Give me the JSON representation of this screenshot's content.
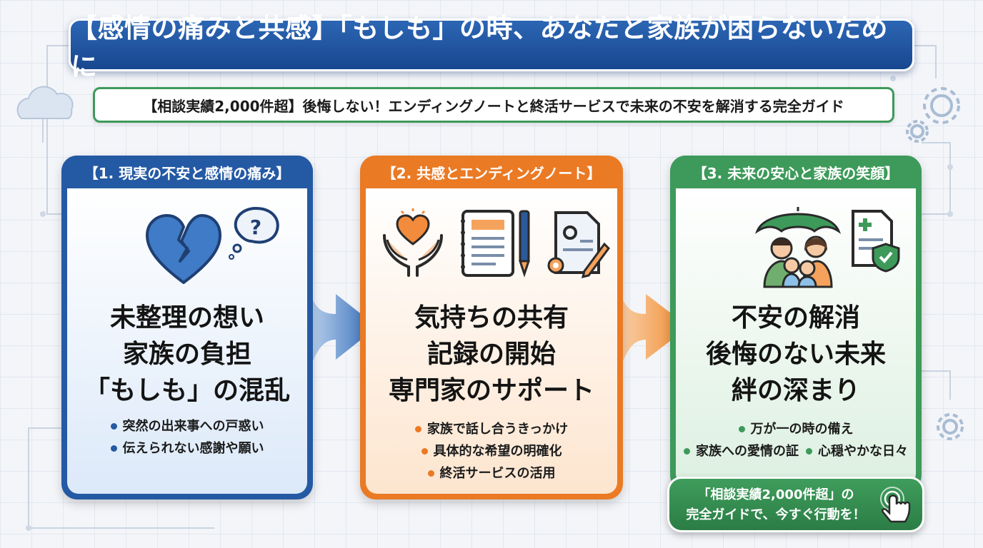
{
  "title": "【感情の痛みと共感】「もしも」の時、あなたと家族が困らないために",
  "subtitle": "【相談実績2,000件超】後悔しない！エンディングノートと終活サービスで未来の不安を解消する完全ガイド",
  "panels": [
    {
      "header": "【1. 現実の不安と感情の痛み】",
      "lines": [
        "未整理の想い",
        "家族の負担",
        "「もしも」の混乱"
      ],
      "bullets": [
        "突然の出来事への戸惑い",
        "伝えられない感謝や願い"
      ],
      "icons": [
        "broken-heart-icon",
        "question-bubble-icon"
      ]
    },
    {
      "header": "【2. 共感とエンディングノート】",
      "lines": [
        "気持ちの共有",
        "記録の開始",
        "専門家のサポート"
      ],
      "bullets": [
        "家族で話し合うきっかけ",
        "具体的な希望の明確化",
        "終活サービスの活用"
      ],
      "icons": [
        "caring-hands-heart-icon",
        "notebook-pen-icon",
        "document-gear-icon"
      ]
    },
    {
      "header": "【3. 未来の安心と家族の笑顔】",
      "lines": [
        "不安の解消",
        "後悔のない未来",
        "絆の深まり"
      ],
      "bullets": [
        "万が一の時の備え",
        "家族への愛情の証",
        "心穏やかな日々"
      ],
      "icons": [
        "family-umbrella-icon",
        "insurance-document-icon"
      ]
    }
  ],
  "cta": {
    "line1": "「相談実績2,000件超」の",
    "line2": "完全ガイドで、今すぐ行動を！",
    "icon": "tap-hand-icon"
  },
  "colors": {
    "blue": "#2459a4",
    "orange": "#ea7a24",
    "green": "#3d9a5a",
    "title_bg": "#1e4e98"
  }
}
